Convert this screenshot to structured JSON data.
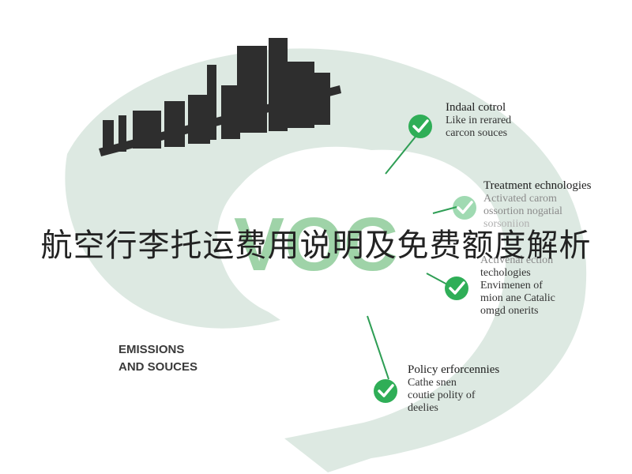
{
  "title": "航空行李托运费用说明及免费额度解析",
  "center_text": "VOC",
  "left_label": [
    "EMISSIONS",
    "AND SOUCES"
  ],
  "steps": [
    {
      "heading": "Indaal cotrol",
      "lines": [
        "Like in rerared",
        "carcon souces"
      ],
      "faded": false
    },
    {
      "heading": "Treatment echnologies",
      "lines": [
        "Activated carom",
        "ossortion nogatial",
        "sorsoniion"
      ],
      "faded": true
    },
    {
      "heading": "",
      "lines": [
        "Activenal ection",
        "techologies",
        "Envimenen of",
        "mion ane Catalic",
        "omgd onerits"
      ],
      "faded": false
    },
    {
      "heading": "Policy erforcennies",
      "lines": [
        "Cathe snen",
        "coutie polity of",
        "deelies"
      ],
      "faded": false
    }
  ],
  "colors": {
    "ring": "#dde9e2",
    "check": "#2fae57",
    "connector": "#2f9e55",
    "voc": "#9fd3a8",
    "factory": "#2e2e2e"
  }
}
